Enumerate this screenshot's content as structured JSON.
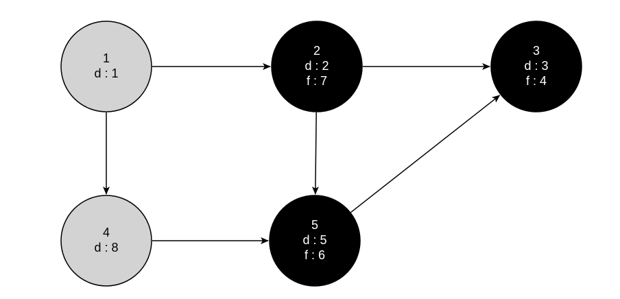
{
  "nodes": [
    {
      "id": "1",
      "lines": [
        "1",
        "d : 1"
      ],
      "state": "gray"
    },
    {
      "id": "2",
      "lines": [
        "2",
        "d : 2",
        "f : 7"
      ],
      "state": "black"
    },
    {
      "id": "3",
      "lines": [
        "3",
        "d : 3",
        "f : 4"
      ],
      "state": "black"
    },
    {
      "id": "4",
      "lines": [
        "4",
        "d : 8"
      ],
      "state": "gray"
    },
    {
      "id": "5",
      "lines": [
        "5",
        "d : 5",
        "f : 6"
      ],
      "state": "black"
    }
  ],
  "edges": [
    {
      "from": "1",
      "to": "2"
    },
    {
      "from": "2",
      "to": "3"
    },
    {
      "from": "1",
      "to": "4"
    },
    {
      "from": "2",
      "to": "5"
    },
    {
      "from": "4",
      "to": "5"
    },
    {
      "from": "5",
      "to": "3"
    }
  ],
  "colors": {
    "gray_fill": "#d3d3d3",
    "gray_text": "#000000",
    "black_fill": "#000000",
    "black_text": "#ffffff",
    "stroke": "#000000",
    "edge": "#000000"
  }
}
